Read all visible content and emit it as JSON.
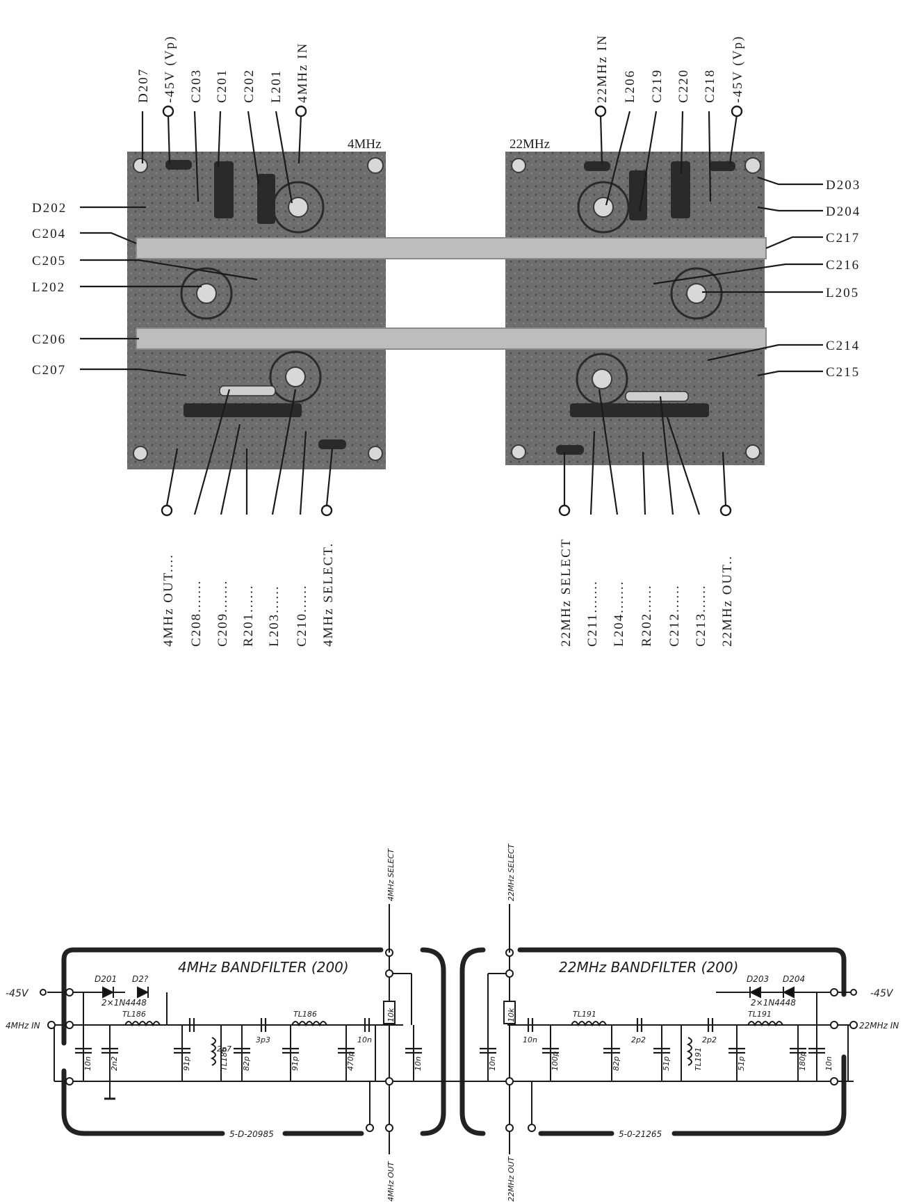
{
  "photo": {
    "board_4mhz_title": "4MHz",
    "board_22mhz_title": "22MHz",
    "top_labels_left": [
      "D207",
      "-45V (Vp)",
      "C203",
      "C201",
      "C202",
      "L201",
      "4MHz IN"
    ],
    "top_labels_right": [
      "22MHz IN",
      "L206",
      "C219",
      "C220",
      "C218",
      "-45V (Vp)"
    ],
    "side_labels_left": [
      "D202",
      "C204",
      "C205",
      "L202",
      "C206",
      "C207"
    ],
    "side_labels_right": [
      "D203",
      "D204",
      "C217",
      "C216",
      "L205",
      "C214",
      "C215"
    ],
    "bottom_labels_left": [
      "4MHz OUT....",
      "C208.......",
      "C209.......",
      "R201......",
      "L203......",
      "C210......",
      "4MHz SELECT."
    ],
    "bottom_labels_right": [
      "22MHz SELECT",
      "C211.......",
      "L204.......",
      "R202......",
      "C212......",
      "C213......",
      "22MHz OUT.."
    ]
  },
  "schematic": {
    "left": {
      "title": "4MHz BANDFILTER (200)",
      "supply": "-45V",
      "input": "4MHz IN",
      "select": "4MHz SELECT",
      "output": "4MHz OUT",
      "diodes": [
        "D201",
        "D2?",
        "2×1N4448"
      ],
      "serial": "5-D-20985",
      "parts": {
        "C201": "10n",
        "C202": "2n2",
        "L201": "TL186",
        "C203": "91p",
        "C204": "2p7",
        "L202": "TL186",
        "C205": "82p",
        "C206": "3p3",
        "C207": "91p",
        "L203": "TL186",
        "C208": "470p",
        "C209": "10n",
        "R201": "10k",
        "C210": "10n"
      }
    },
    "right": {
      "title": "22MHz BANDFILTER (200)",
      "supply": "-45V",
      "input": "22MHz IN",
      "select": "22MHz SELECT",
      "output": "22MHz OUT",
      "diodes": [
        "D203",
        "D204",
        "2×1N4448"
      ],
      "serial": "5-0-21265",
      "parts": {
        "C211": "10n",
        "R202": "10k",
        "C212": "10n",
        "C213": "100p",
        "L204": "TL191",
        "C214": "82p",
        "C215": "2p2",
        "C216": "51p",
        "L205": "TL191",
        "C217": "2p2",
        "C218": "51p",
        "L206": "TL191",
        "C219": "180p",
        "C220": "10n"
      }
    }
  }
}
